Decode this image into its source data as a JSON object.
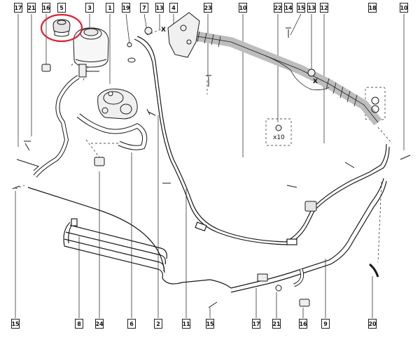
{
  "diagram": {
    "part_labels": {
      "top": [
        "17",
        "21",
        "16",
        "5",
        "3",
        "1",
        "19",
        "7",
        "13",
        "4",
        "23",
        "10",
        "22",
        "14",
        "15",
        "13",
        "12",
        "18",
        "10"
      ],
      "bottom": [
        "15",
        "8",
        "24",
        "6",
        "2",
        "11",
        "15",
        "17",
        "21",
        "16",
        "9",
        "20"
      ]
    },
    "markers": {
      "x1": "X",
      "x2": "X"
    },
    "quantity_note": "x10",
    "highlight": {
      "part": "5",
      "color": "#d9232d"
    },
    "colors": {
      "line": "#1a1a1a",
      "shade": "#bdbdbd",
      "highlight": "#d9232d"
    }
  }
}
